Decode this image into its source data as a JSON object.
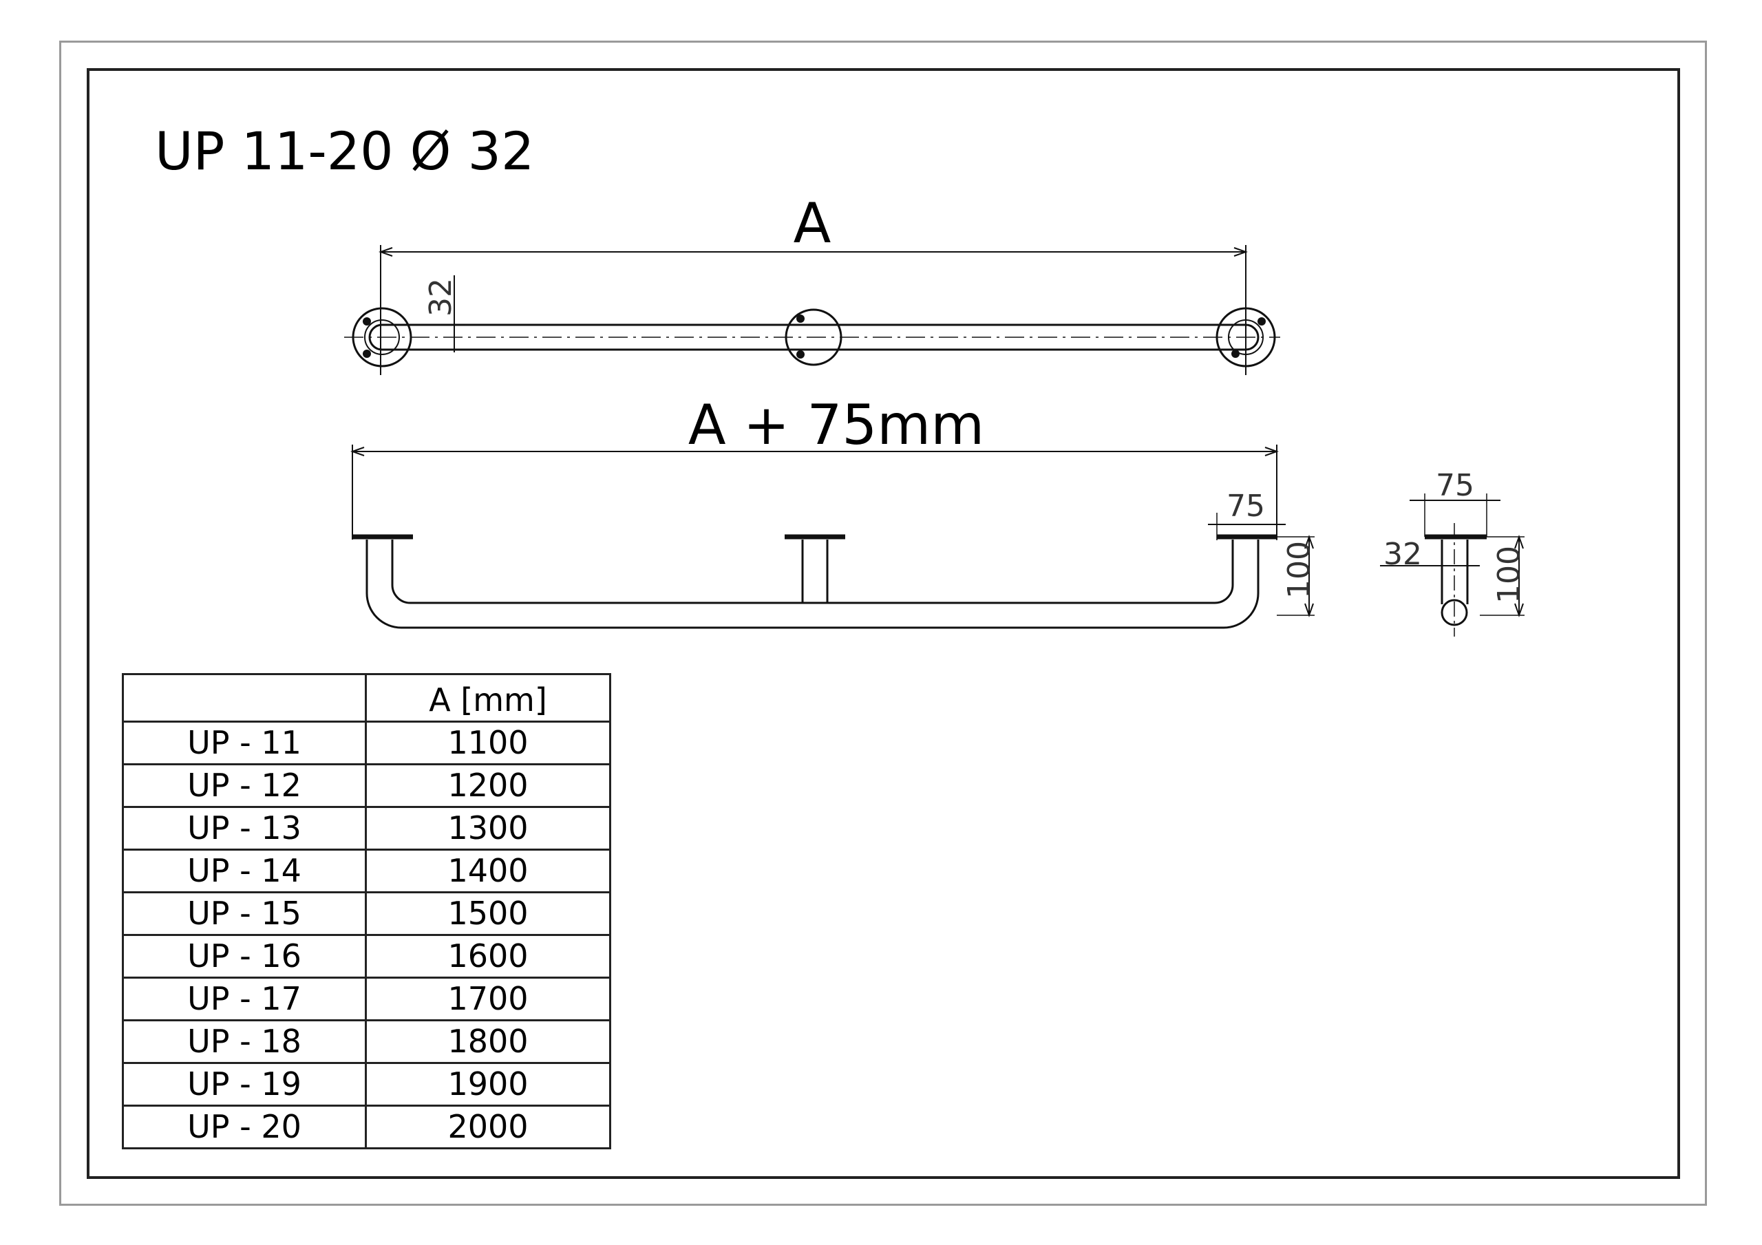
{
  "title": "UP 11-20 Ø 32",
  "top_view": {
    "length_label": "A",
    "diameter_label": "32"
  },
  "side_view": {
    "length_label": "A + 75mm",
    "flange_label": "75",
    "height_label": "100"
  },
  "end_view": {
    "flange_label": "75",
    "diameter_label": "32",
    "height_label": "100"
  },
  "table": {
    "header": [
      "",
      "A [mm]"
    ],
    "rows": [
      [
        "UP - 11",
        "1100"
      ],
      [
        "UP - 12",
        "1200"
      ],
      [
        "UP - 13",
        "1300"
      ],
      [
        "UP - 14",
        "1400"
      ],
      [
        "UP - 15",
        "1500"
      ],
      [
        "UP - 16",
        "1600"
      ],
      [
        "UP - 17",
        "1700"
      ],
      [
        "UP - 18",
        "1800"
      ],
      [
        "UP - 19",
        "1900"
      ],
      [
        "UP - 20",
        "2000"
      ]
    ]
  }
}
